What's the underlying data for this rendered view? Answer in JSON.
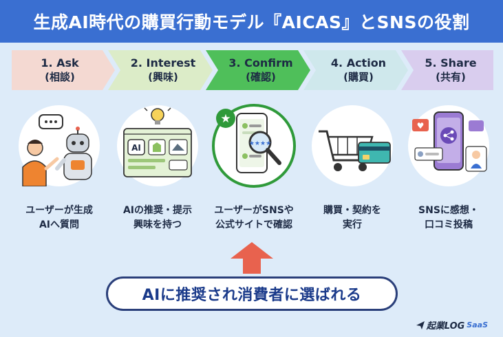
{
  "header": {
    "title": "生成AI時代の購買行動モデル『AICAS』とSNSの役割"
  },
  "steps": [
    {
      "en": "1. Ask",
      "jp": "(相談)",
      "color": "#f4d9d2"
    },
    {
      "en": "2. Interest",
      "jp": "(興味)",
      "color": "#dcecc8"
    },
    {
      "en": "3. Confirm",
      "jp": "(確認)",
      "color": "#4fbf5a"
    },
    {
      "en": "4. Action",
      "jp": "(購買)",
      "color": "#cfe8ec"
    },
    {
      "en": "5. Share",
      "jp": "(共有)",
      "color": "#d9cdee"
    }
  ],
  "captions": [
    {
      "line1": "ユーザーが生成",
      "line2": "AIへ質問"
    },
    {
      "line1": "AIの推奨・提示",
      "line2": "興味を持つ"
    },
    {
      "line1": "ユーザーがSNSや",
      "line2": "公式サイトで確認"
    },
    {
      "line1": "購買・契約を",
      "line2": "実行"
    },
    {
      "line1": "SNSに感想・",
      "line2": "口コミ投稿"
    }
  ],
  "icons": {
    "step1": "person-asking-robot-icon",
    "step2": "ai-recommendation-screen-icon",
    "step3": "smartphone-magnifier-icon",
    "step4": "shopping-cart-card-icon",
    "step5": "social-share-phone-icon",
    "ai_badge": "AI",
    "star_badge": "★"
  },
  "result": {
    "text": "AIに推奨され消費者に選ばれる"
  },
  "brand": {
    "name": "起業LOG",
    "suffix": "SaaS"
  },
  "colors": {
    "header": "#3a6fd1",
    "panel": "#ddebf9",
    "arrow": "#e8624e",
    "confirm_ring": "#2f9a3a",
    "result_border": "#2a3f7a"
  }
}
